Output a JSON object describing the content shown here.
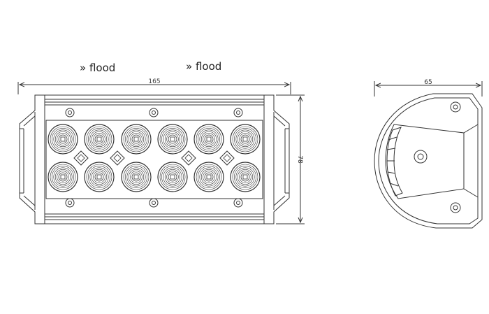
{
  "labels": {
    "flood_left": "» flood",
    "flood_right": "» flood"
  },
  "dimensions": {
    "front_width": "165",
    "front_height": "78",
    "side_width": "65"
  },
  "colors": {
    "line": "#333333",
    "background": "#ffffff"
  }
}
